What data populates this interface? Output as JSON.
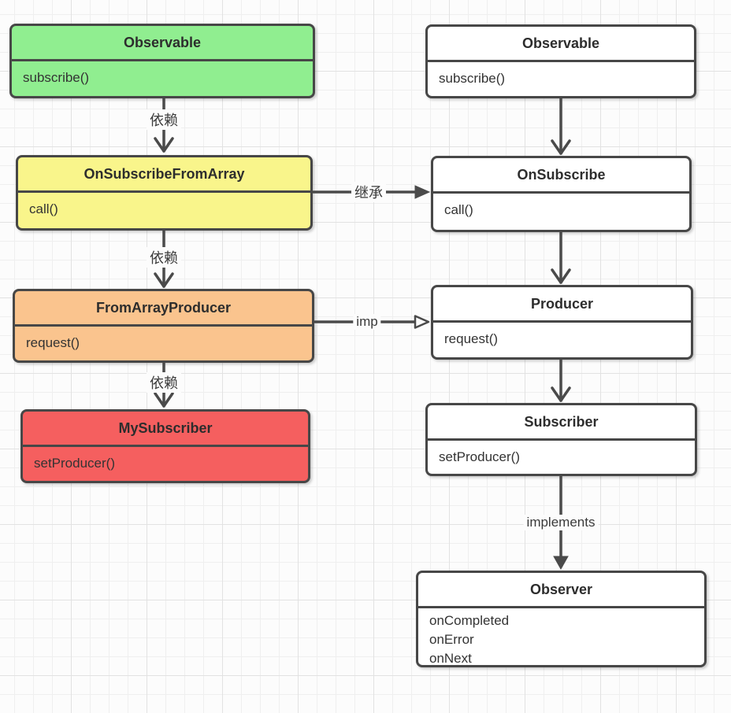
{
  "diagram": {
    "classes": {
      "left": [
        {
          "name": "Observable",
          "methods": [
            "subscribe()"
          ],
          "fill": "#90ee90"
        },
        {
          "name": "OnSubscribeFromArray",
          "methods": [
            "call()"
          ],
          "fill": "#f9f58b"
        },
        {
          "name": "FromArrayProducer",
          "methods": [
            "request()"
          ],
          "fill": "#fac48e"
        },
        {
          "name": "MySubscriber",
          "methods": [
            "setProducer()"
          ],
          "fill": "#f55f5f"
        }
      ],
      "right": [
        {
          "name": "Observable",
          "methods": [
            "subscribe()"
          ],
          "fill": "#ffffff"
        },
        {
          "name": "OnSubscribe",
          "methods": [
            "call()"
          ],
          "fill": "#ffffff"
        },
        {
          "name": "Producer",
          "methods": [
            "request()"
          ],
          "fill": "#ffffff"
        },
        {
          "name": "Subscriber",
          "methods": [
            "setProducer()"
          ],
          "fill": "#ffffff"
        },
        {
          "name": "Observer",
          "methods": [
            "onCompleted",
            "onError",
            "onNext"
          ],
          "fill": "#ffffff"
        }
      ]
    },
    "edge_labels": {
      "dependency": "依赖",
      "inherit": "继承",
      "imp": "imp",
      "implements": "implements"
    },
    "colors": {
      "border": "#474747",
      "arrow": "#4a4a4a",
      "grid_minor": "#efefef",
      "grid_major": "#e2e2e2"
    }
  }
}
